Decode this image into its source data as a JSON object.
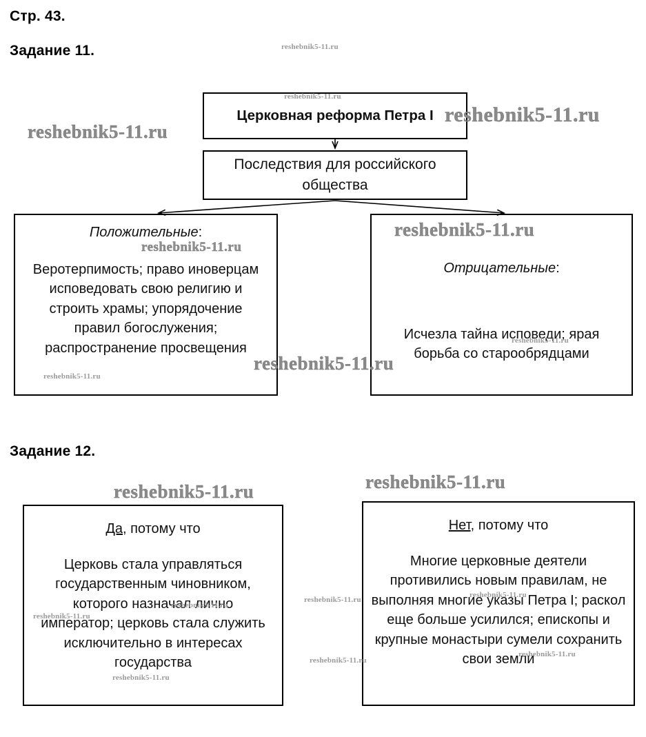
{
  "page": {
    "page_label": "Стр. 43.",
    "task11_label": "Задание 11.",
    "task12_label": "Задание 12."
  },
  "watermark": {
    "text": "reshebnik5-11.ru"
  },
  "task11": {
    "reform_box": {
      "title": "Церковная реформа Петра I"
    },
    "consequences_box": {
      "line1": "Последствия для российского",
      "line2": "общества"
    },
    "positive_box": {
      "label": "Положительные",
      "colon": ":",
      "text": "Веротерпимость; право иноверцам исповедовать свою религию и строить храмы; упорядочение правил богослужения; распространение просвещения"
    },
    "negative_box": {
      "label": "Отрицательные",
      "colon": ":",
      "text": "Исчезла тайна исповеди; ярая борьба со старообрядцами"
    }
  },
  "task12": {
    "yes_box": {
      "mark": "Да",
      "head_rest": ", потому что",
      "text": "Церковь стала управляться государственным чиновником, которого назначал лично император; церковь стала служить исключительно в интересах государства"
    },
    "no_box": {
      "mark": "Нет",
      "head_rest": ", потому что",
      "text": "Многие церковные деятели противились новым правилам, не выполняя многие указы Петра I; раскол еще больше усилился; епископы и крупные монастыри сумели сохранить свои земли"
    }
  },
  "colors": {
    "border": "#000000",
    "text": "#111111",
    "watermark": "#8d8d8d",
    "background": "#ffffff"
  }
}
